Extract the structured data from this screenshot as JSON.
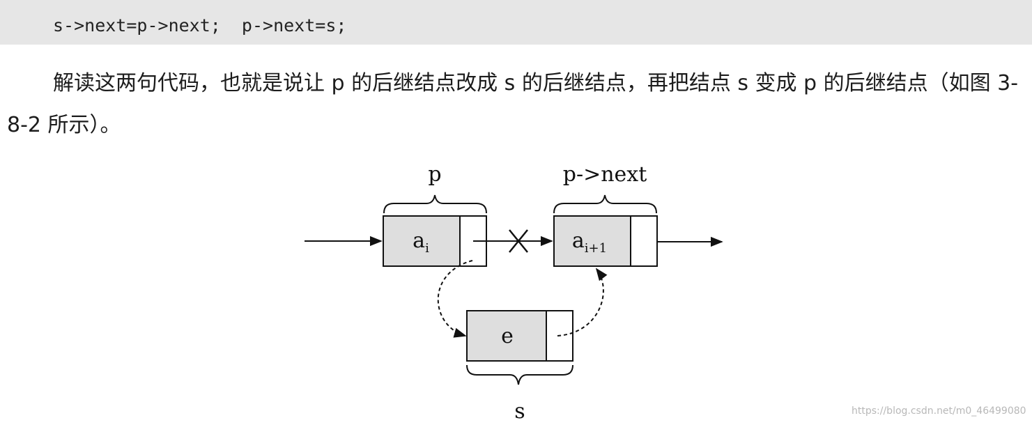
{
  "code": {
    "text": "s->next=p->next;  p->next=s;"
  },
  "paragraph": {
    "text": "解读这两句代码，也就是说让 p 的后继结点改成 s 的后继结点，再把结点 s 变成 p 的后继结点（如图 3-8-2 所示）。"
  },
  "figure": {
    "label_p": "p",
    "label_p_next": "p->next",
    "label_s": "s",
    "node_ai_base": "a",
    "node_ai_sub": "i",
    "node_ai1_base": "a",
    "node_ai1_sub": "i+1",
    "node_e": "e"
  },
  "watermark": {
    "text": "https://blog.csdn.net/m0_46499080"
  }
}
